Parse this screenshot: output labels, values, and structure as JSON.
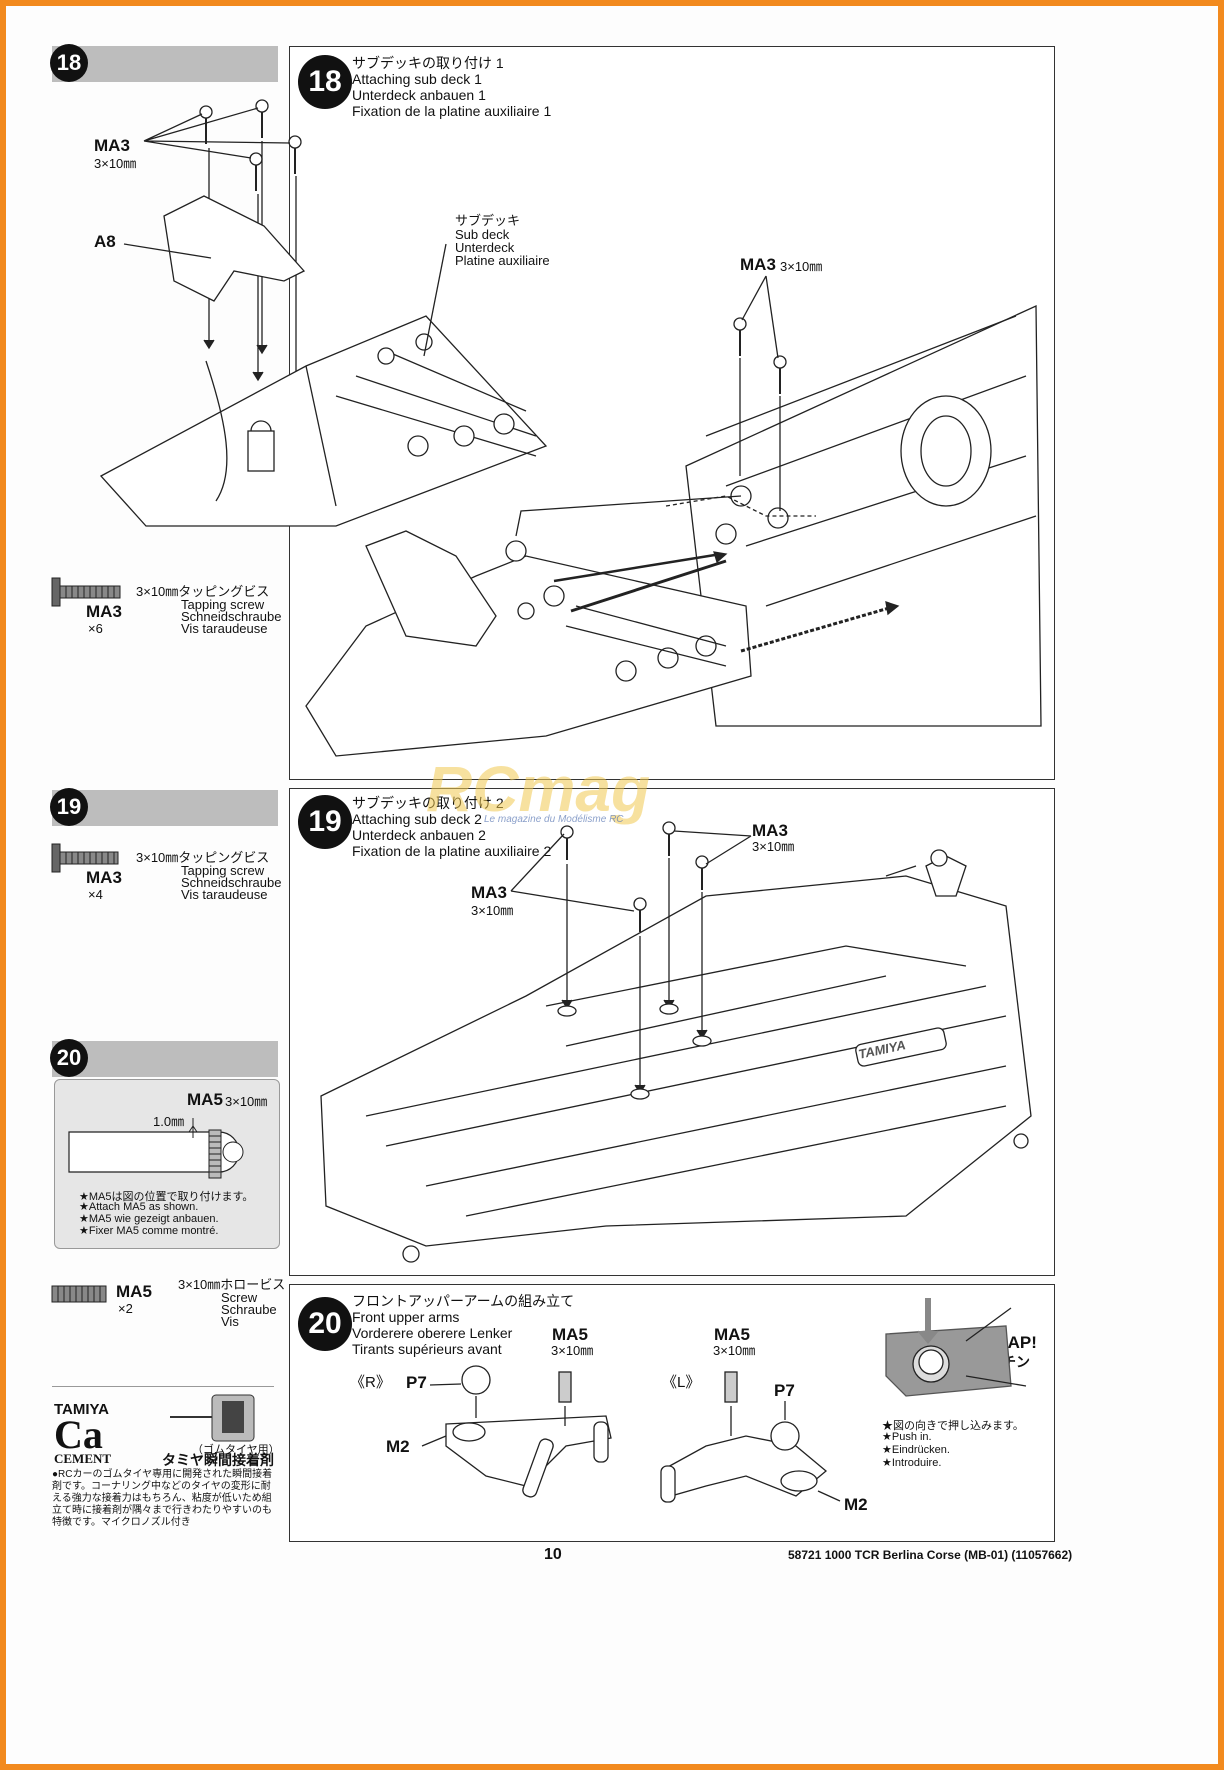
{
  "steps": {
    "s18": {
      "num": "18",
      "title_ja": "サブデッキの取り付け 1",
      "title_en": "Attaching sub deck 1",
      "title_de": "Unterdeck anbauen 1",
      "title_fr": "Fixation de la platine auxiliaire 1",
      "label_ma3": "MA3",
      "label_ma3_size": "3×10㎜",
      "label_a8": "A8",
      "subdeck_ja": "サブデッキ",
      "subdeck_en": "Sub deck",
      "subdeck_de": "Unterdeck",
      "subdeck_fr": "Platine auxiliaire",
      "label_ma3_right": "MA3",
      "label_ma3_right_size": "3×10㎜"
    },
    "s19": {
      "num": "19",
      "title_ja": "サブデッキの取り付け 2",
      "title_en": "Attaching sub deck 2",
      "title_de": "Unterdeck anbauen 2",
      "title_fr": "Fixation de la platine auxiliaire 2",
      "label_ma3_a": "MA3",
      "label_ma3_a_size": "3×10㎜",
      "label_ma3_b": "MA3",
      "label_ma3_b_size": "3×10㎜",
      "chassis_brand": "TAMIYA"
    },
    "s20": {
      "num": "20",
      "title_ja": "フロントアッパーアームの組み立て",
      "title_en": "Front upper arms",
      "title_de": "Vorderere oberere Lenker",
      "title_fr": "Tirants supérieurs avant",
      "r_label": "《R》",
      "l_label": "《L》",
      "p7": "P7",
      "m2": "M2",
      "ma5": "MA5",
      "ma5_size": "3×10㎜",
      "snap": "SNAP!",
      "snap_ja": "パチン",
      "push_ja": "★図の向きで押し込みます。",
      "push_en": "★Push in.",
      "push_de": "★Eindrücken.",
      "push_fr": "★Introduire."
    }
  },
  "sidebar": {
    "s18_num": "18",
    "s18_part": "MA3",
    "s18_qty": "×6",
    "s18_desc_ja": "3×10㎜タッピングビス",
    "s18_desc_en": "Tapping screw",
    "s18_desc_de": "Schneidschraube",
    "s18_desc_fr": "Vis taraudeuse",
    "s19_num": "19",
    "s19_part": "MA3",
    "s19_qty": "×4",
    "s19_desc_ja": "3×10㎜タッピングビス",
    "s19_desc_en": "Tapping screw",
    "s19_desc_de": "Schneidschraube",
    "s19_desc_fr": "Vis taraudeuse",
    "s20_num": "20",
    "s20_box_label": "MA5",
    "s20_box_size": "3×10㎜",
    "s20_gap": "1.0㎜",
    "s20_note_ja": "★MA5は図の位置で取り付けます。",
    "s20_note_en": "★Attach MA5 as shown.",
    "s20_note_de": "★MA5 wie gezeigt anbauen.",
    "s20_note_fr": "★Fixer MA5 comme montré.",
    "s20_part": "MA5",
    "s20_qty": "×2",
    "s20_desc_ja": "3×10㎜ホロービス",
    "s20_desc_en": "Screw",
    "s20_desc_de": "Schraube",
    "s20_desc_fr": "Vis",
    "cement_brand1": "TAMIYA",
    "cement_brand2": "Ca",
    "cement_brand3": "CEMENT",
    "cement_tire": "（ゴムタイヤ用）",
    "cement_name": "タミヤ瞬間接着剤",
    "cement_desc": "●RCカーのゴムタイヤ専用に開発された瞬間接着剤です。コーナリング中などのタイヤの変形に耐える強力な接着力はもちろん、粘度が低いため組立て時に接着剤が隅々まで行きわたりやすいのも特徴です。マイクロノズル付き"
  },
  "footer": {
    "page": "10",
    "product": "58721 1000 TCR Berlina Corse (MB-01) (11057662)"
  },
  "watermark": {
    "brand": "RCmag",
    "tagline": "Le magazine du Modélisme RC"
  }
}
